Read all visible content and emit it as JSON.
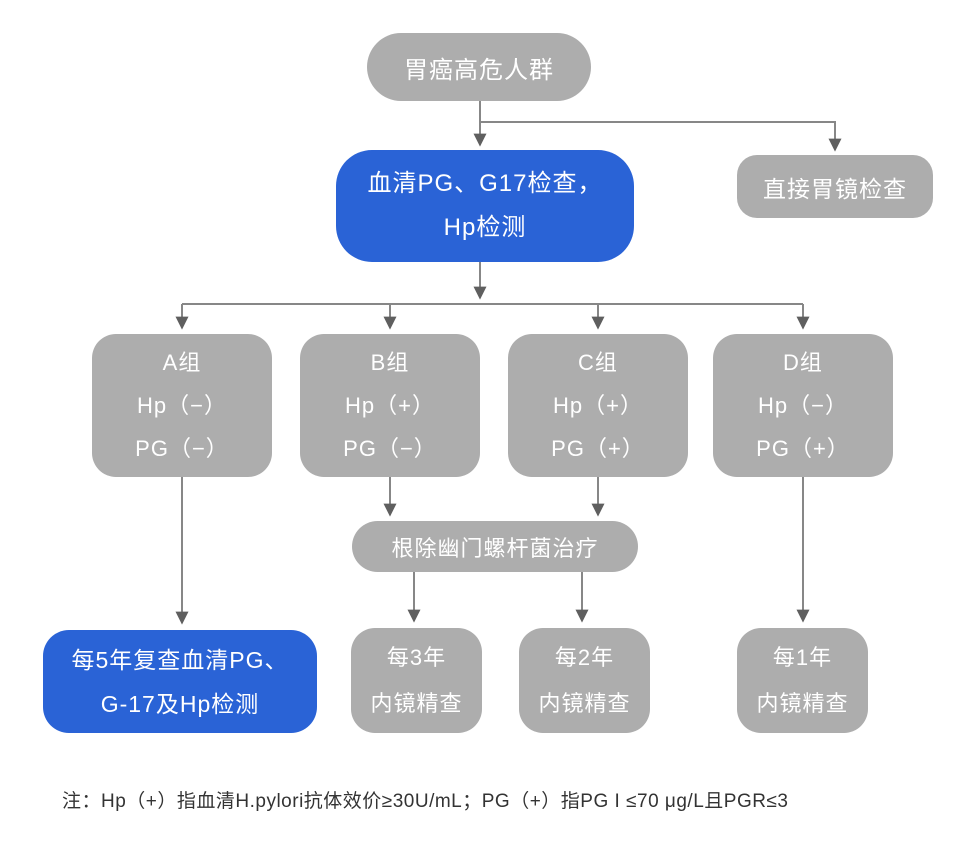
{
  "colors": {
    "node_gray": "#adadad",
    "accent_blue": "#2a63d6",
    "connector_line": "#878787",
    "arrowhead": "#5f5f5f",
    "note_text": "#333333",
    "background": "#ffffff"
  },
  "flowchart": {
    "root": {
      "label": "胃癌高危人群"
    },
    "serum_test": {
      "line1": "血清PG、G17检查，",
      "line2": "Hp检测"
    },
    "direct_gastroscopy": {
      "label": "直接胃镜检查"
    },
    "groups": [
      {
        "name": "A组",
        "hp": "Hp（−）",
        "pg": "PG（−）"
      },
      {
        "name": "B组",
        "hp": "Hp（+）",
        "pg": "PG（−）"
      },
      {
        "name": "C组",
        "hp": "Hp（+）",
        "pg": "PG（+）"
      },
      {
        "name": "D组",
        "hp": "Hp（−）",
        "pg": "PG（+）"
      }
    ],
    "eradication": {
      "label": "根除幽门螺杆菌治疗"
    },
    "followups": {
      "group_a": {
        "line1": "每5年复查血清PG、",
        "line2": "G-17及Hp检测"
      },
      "group_b": {
        "line1": "每3年",
        "line2": "内镜精查"
      },
      "group_c": {
        "line1": "每2年",
        "line2": "内镜精查"
      },
      "group_d": {
        "line1": "每1年",
        "line2": "内镜精查"
      }
    },
    "note": "注：Hp（+）指血清H.pylori抗体效价≥30U/mL；PG（+）指PG I ≤70 μg/L且PGR≤3"
  }
}
